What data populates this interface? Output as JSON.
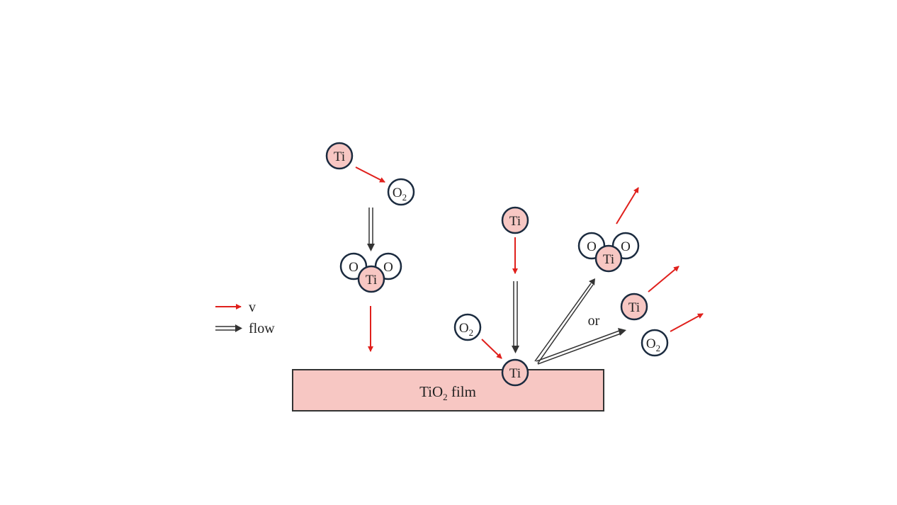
{
  "colors": {
    "ti_fill": "#f7c7c3",
    "o_fill": "#ffffff",
    "atom_stroke": "#1b2b3f",
    "velocity_arrow": "#e0201c",
    "flow_arrow": "#333333",
    "film_fill": "#f7c7c3",
    "film_stroke": "#333333"
  },
  "legend": {
    "velocity_label": "v",
    "flow_label": "flow"
  },
  "atoms": {
    "ti": "Ti",
    "o": "O",
    "o2_base": "O",
    "o2_sub": "2"
  },
  "film": {
    "label_base": "TiO",
    "label_sub": "2",
    "label_suffix": " film"
  },
  "or_label": "or"
}
